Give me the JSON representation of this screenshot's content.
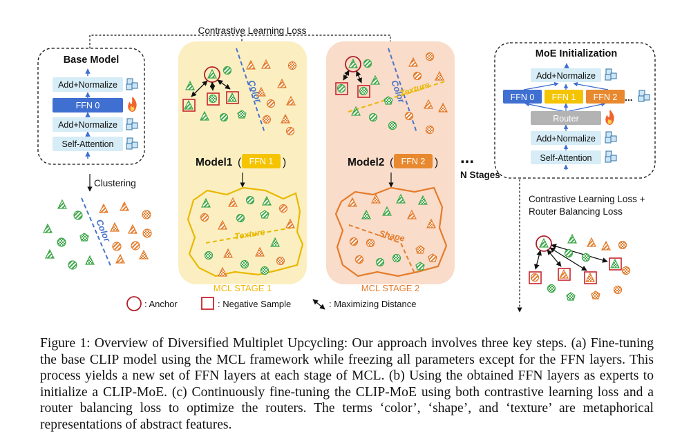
{
  "figure": {
    "top_loss_label": "Contrastive Learning Loss",
    "base_model": {
      "title": "Base Model",
      "layers": [
        "Add+Normalize",
        "FFN 0",
        "Add+Normalize",
        "Self-Attention"
      ]
    },
    "clustering_label": "Clustering",
    "feature_words": {
      "color": "Color",
      "texture": "Texture",
      "shape": "Shape"
    },
    "stage1": {
      "model_label": "Model1",
      "ffn_label": "FFN 1",
      "stage_label": "MCL STAGE 1"
    },
    "stage2": {
      "model_label": "Model2",
      "ffn_label": "FFN 2",
      "stage_label": "MCL STAGE 2"
    },
    "ellipsis": "...",
    "n_stages_label": "N Stages",
    "moe": {
      "title": "MoE Initialization",
      "top_layer": "Add+Normalize",
      "experts": [
        "FFN 0",
        "FFN 1",
        "FFN 2"
      ],
      "experts_more": "...",
      "router": "Router",
      "lower_layers": [
        "Add+Normalize",
        "Self-Attention"
      ]
    },
    "final_loss_lines": [
      "Contrastive Learning Loss +",
      "Router Balancing Loss"
    ],
    "legend": {
      "anchor": ": Anchor",
      "negative": ": Negative Sample",
      "maximizing": ": Maximizing Distance"
    },
    "colors": {
      "blue_box": "#d6ecf6",
      "blue_dark": "#3f6fd1",
      "ffn1": "#f5c400",
      "ffn2": "#e8892f",
      "router": "#b3b3b3",
      "stage1_bg": "#fbefc2",
      "stage2_bg": "#f9dcc9",
      "green": "#3fa84a",
      "orange": "#e47c2c",
      "red": "#c8232c"
    }
  },
  "caption": {
    "text": "Figure 1: Overview of Diversified Multiplet Upcycling: Our approach involves three key steps. (a) Fine-tuning the base CLIP model using the MCL framework while freezing all parameters except for the FFN layers. This process yields a new set of FFN layers at each stage of MCL. (b) Using the obtained FFN layers as experts to initialize a CLIP-MoE. (c) Continuously fine-tuning the CLIP-MoE using both contrastive learning loss and a router balancing loss to optimize the routers. The terms ‘color’, ‘shape’, and ‘texture’ are metaphorical representations of abstract features."
  }
}
